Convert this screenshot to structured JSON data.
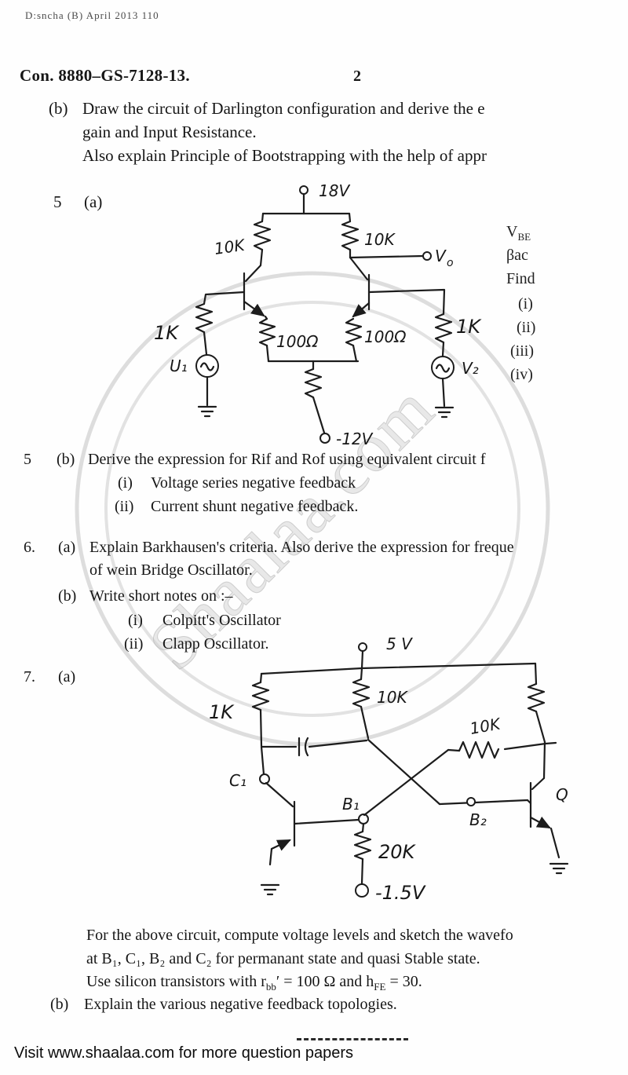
{
  "page": {
    "scan_note": "D:sncha (B) April 2013   110",
    "exam_code": "Con. 8880–GS-7128-13.",
    "page_number": "2",
    "watermark_text": "Shaalaa.com",
    "footer_text": "Visit www.shaalaa.com for more question papers"
  },
  "q4b": {
    "label": "(b)",
    "line1": "Draw the circuit of Darlington configuration and derive the e",
    "line2": "gain and Input Resistance.",
    "line3": "Also explain Principle of Bootstrapping with the help of appr"
  },
  "q5a": {
    "number": "5",
    "label": "(a)"
  },
  "q5_side": {
    "v_symbol": "V",
    "v_sub": "BE",
    "beta": "βac",
    "find": "Find",
    "items": [
      "(i)",
      "(ii)",
      "(iii)",
      "(iv)"
    ]
  },
  "q5b": {
    "number": "5",
    "label": "(b)",
    "text": "Derive the expression for Rif and Rof using equivalent circuit f",
    "sub1_label": "(i)",
    "sub1": "Voltage series negative feedback",
    "sub2_label": "(ii)",
    "sub2": "Current shunt negative feedback."
  },
  "q6": {
    "number": "6.",
    "a_label": "(a)",
    "a_line1": "Explain Barkhausen's criteria. Also derive the expression for freque",
    "a_line2": "of wein Bridge Oscillator.",
    "b_label": "(b)",
    "b_text": "Write short notes on :–",
    "b_i_label": "(i)",
    "b_i": "Colpitt's Oscillator",
    "b_ii_label": "(ii)",
    "b_ii": "Clapp Oscillator."
  },
  "q7": {
    "number": "7.",
    "a_label": "(a)",
    "line1": "For the above circuit, compute voltage levels and sketch the wavefo",
    "line2": "at B₁, C₁, B₂ and C₂ for permanant state and quasi Stable state.",
    "line3_p1": "Use silicon transistors with r",
    "line3_sub1": "bb",
    "line3_p2": "′ = 100 Ω and h",
    "line3_sub2": "FE",
    "line3_p3": " = 30.",
    "b_label": "(b)",
    "b_text": "Explain the various negative feedback topologies."
  },
  "circuit1": {
    "supply": "18V",
    "rc_left": "10K",
    "rc_right": "10K",
    "re_left": "100Ω",
    "re_right": "100Ω",
    "rb_left": "1K",
    "rb_right": "1K",
    "src_left": "U₁",
    "src_right": "V₂",
    "output_v": "V",
    "output_sub": "o",
    "vee": "-12V"
  },
  "circuit2": {
    "supply": "5 V",
    "r_left": "1K",
    "r_mid": "10K",
    "r_coupling": "10K",
    "r_base": "20K",
    "c1": "C₁",
    "b1": "B₁",
    "b2": "B₂",
    "q": "Q",
    "vbb": "-1.5V"
  }
}
